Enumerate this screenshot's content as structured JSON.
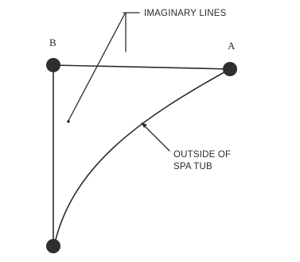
{
  "labels": {
    "imaginary_lines": "IMAGINARY LINES",
    "outside_line1": "OUTSIDE OF",
    "outside_line2": "SPA TUB",
    "point_b": "B",
    "point_a": "A"
  }
}
